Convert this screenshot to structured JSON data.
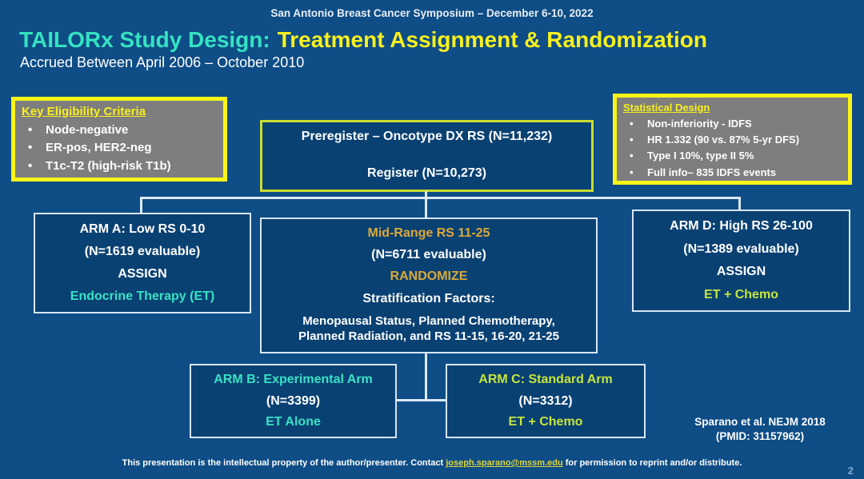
{
  "slide": {
    "header": "San Antonio Breast Cancer Symposium – December 6-10, 2022",
    "title_primary": "TAILORx Study Design:",
    "title_secondary": "Treatment Assignment & Randomization",
    "subtitle": "Accrued Between April 2006 – October 2010",
    "page_number": "2"
  },
  "eligibility_box": {
    "title": "Key Eligibility Criteria",
    "items": [
      "Node-negative",
      "ER-pos, HER2-neg",
      "T1c-T2 (high-risk T1b)"
    ]
  },
  "statistical_box": {
    "title": "Statistical Design",
    "items": [
      "Non-inferiority - IDFS",
      "HR 1.332 (90 vs. 87% 5-yr DFS)",
      "Type I 10%, type II 5%",
      "Full info– 835 IDFS events"
    ]
  },
  "flow": {
    "preregister": "Preregister – Oncotype DX RS (N=11,232)",
    "register": "Register (N=10,273)",
    "arm_a": {
      "line1": "ARM A: Low RS 0-10",
      "line2": "(N=1619 evaluable)",
      "line3": "ASSIGN",
      "line4": "Endocrine Therapy (ET)"
    },
    "mid": {
      "line1": "Mid-Range RS 11-25",
      "line2": "(N=6711 evaluable)",
      "line3": "RANDOMIZE",
      "line4": "Stratification Factors:",
      "line5": "Menopausal Status, Planned Chemotherapy,",
      "line6": "Planned Radiation, and RS 11-15, 16-20, 21-25"
    },
    "arm_d": {
      "line1": "ARM D: High RS 26-100",
      "line2": "(N=1389 evaluable)",
      "line3": "ASSIGN",
      "line4": "ET + Chemo"
    },
    "arm_b": {
      "line1": "ARM B: Experimental Arm",
      "line2": "(N=3399)",
      "line3": "ET Alone"
    },
    "arm_c": {
      "line1": "ARM C: Standard Arm",
      "line2": "(N=3312)",
      "line3": "ET + Chemo"
    }
  },
  "citation": {
    "line1": "Sparano et al. NEJM 2018",
    "line2": "(PMID: 31157962)"
  },
  "footer": {
    "pre": "This presentation is the intellectual property of the author/presenter. Contact ",
    "email": "joseph.sparano@mssm.edu",
    "post": " for permission to reprint and/or distribute."
  },
  "colors": {
    "background": "#0E4D86",
    "box_fill": "#0A4173",
    "note_gray": "#7E7E7E",
    "accent_yellow": "#F8F01E",
    "title_teal": "#35E2C2",
    "gold": "#DCA839",
    "yellow_green": "#C6E53E",
    "connector_white": "#DDE9F4"
  }
}
